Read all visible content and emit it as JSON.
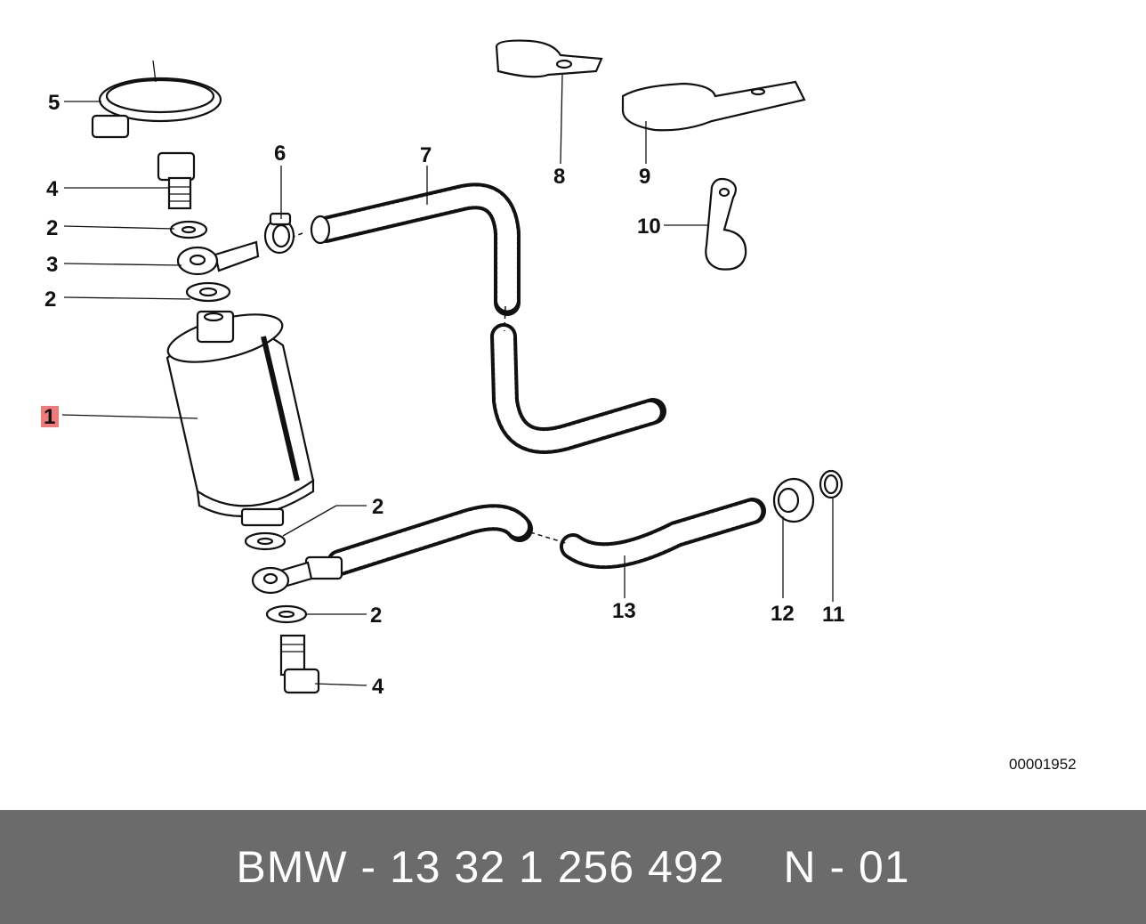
{
  "callouts": {
    "c1": "1",
    "c2a": "2",
    "c2b": "2",
    "c2c": "2",
    "c2d": "2",
    "c3": "3",
    "c4a": "4",
    "c4b": "4",
    "c5": "5",
    "c6": "6",
    "c7": "7",
    "c8": "8",
    "c9": "9",
    "c10": "10",
    "c11": "11",
    "c12": "12",
    "c13": "13"
  },
  "highlighted_callout": "1",
  "highlight_color": "#f07a7a",
  "drawing_number": "00001952",
  "footer": {
    "part_text": "BMW - 13 32 1 256 492",
    "ref_text": "N - 01",
    "background": "#6b6b6b"
  }
}
